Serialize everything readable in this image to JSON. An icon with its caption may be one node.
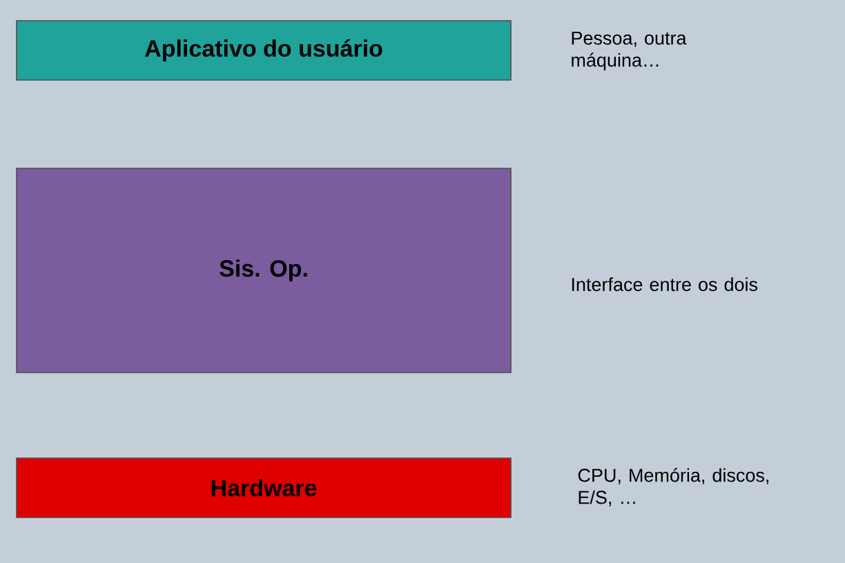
{
  "diagram": {
    "nodes": [
      {
        "text": [
          "Aplicativo do usuário"
        ],
        "beside": [
          "Pessoa, outra máquina…"
        ]
      },
      {
        "text": [
          "Sis. Op."
        ],
        "beside": [
          "Interface entre os dois"
        ]
      },
      {
        "text": [
          "Hardware"
        ],
        "beside": [
          "CPU, Memória, discos, E/S, …"
        ]
      }
    ]
  }
}
